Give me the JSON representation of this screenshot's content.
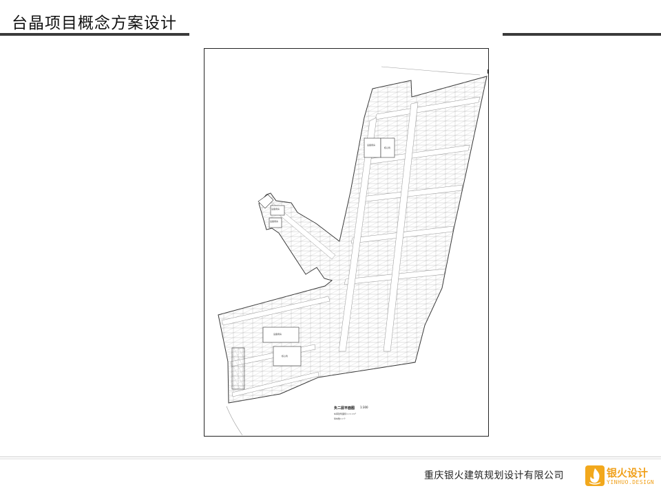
{
  "header": {
    "title": "台晶项目概念方案设计"
  },
  "drawing": {
    "plan_title": "负二层平面图",
    "scale": "1:300",
    "note_1": "车库建筑面积××××m²",
    "note_2": "停车数××个",
    "room_labels": [
      "设备用房",
      "核心筒",
      "设备用房",
      "设备用房",
      "设备用房",
      "核心筒"
    ]
  },
  "footer": {
    "company": "重庆银火建筑规划设计有限公司",
    "logo_text": "银火设计",
    "logo_sub": "YINHUO.DESIGN"
  },
  "colors": {
    "rule": "#3a3a3a",
    "logo": "#f2a81c"
  }
}
